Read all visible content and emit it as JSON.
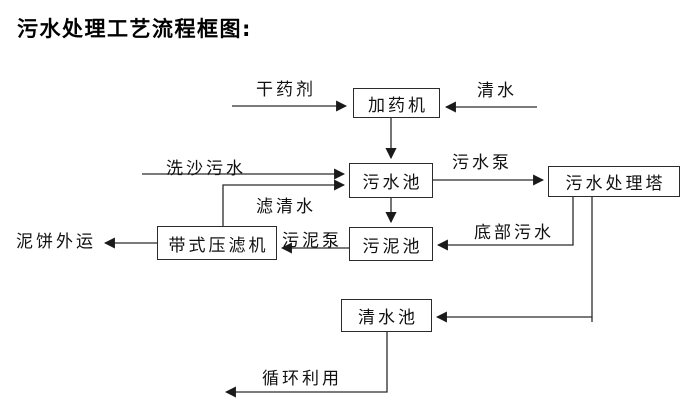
{
  "title": "污水处理工艺流程框图:",
  "boxes": {
    "dosing_machine": {
      "label": "加药机"
    },
    "sewage_pool": {
      "label": "污水池"
    },
    "treatment_tower": {
      "label": "污水处理塔"
    },
    "sludge_pool": {
      "label": "污泥池"
    },
    "belt_filter_press": {
      "label": "带式压滤机"
    },
    "clean_water_pool": {
      "label": "清水池"
    }
  },
  "flow_labels": {
    "dry_agent": "干药剂",
    "clean_water": "清水",
    "sand_washing_sewage": "洗沙污水",
    "sewage_pump": "污水泵",
    "filtered_water": "滤清水",
    "bottom_sewage": "底部污水",
    "sludge_pump": "污泥泵",
    "mud_cake_out": "泥饼外运",
    "recycle_use": "循环利用"
  },
  "colors": {
    "line": "#2b2b2b",
    "text": "#111111",
    "background": "#ffffff",
    "box_fill": "#ffffff"
  }
}
